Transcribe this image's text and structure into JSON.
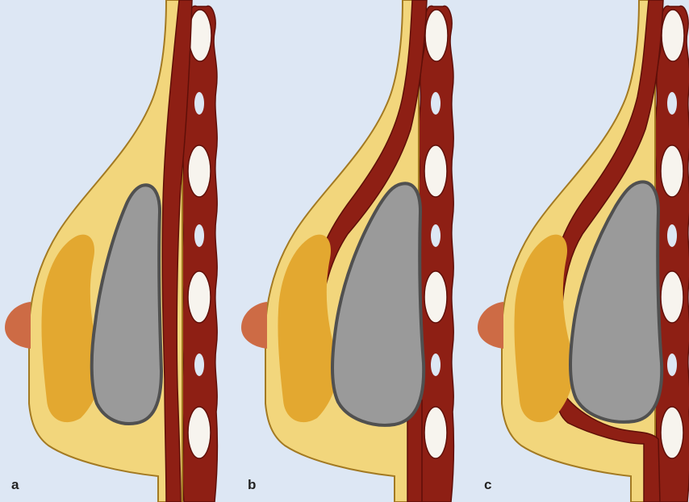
{
  "panels": [
    {
      "label": "a"
    },
    {
      "label": "b"
    },
    {
      "label": "c"
    }
  ],
  "colors": {
    "background": "#dde7f4",
    "skin_fat": "#f2d67c",
    "skin_outline": "#a37a22",
    "gland": "#e3a830",
    "muscle": "#8e1f14",
    "muscle_outline": "#5f0f08",
    "implant": "#9a9a9a",
    "implant_outline": "#505050",
    "rib": "#f7f4ee",
    "nipple": "#cd6b45"
  }
}
